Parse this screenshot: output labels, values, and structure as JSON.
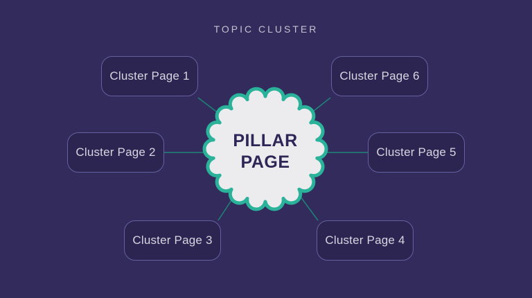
{
  "title": "TOPIC CLUSTER",
  "pillar": {
    "line1": "PILLAR",
    "line2": "PAGE"
  },
  "clusters": [
    "Cluster Page 1",
    "Cluster Page 2",
    "Cluster Page 3",
    "Cluster Page 4",
    "Cluster Page 5",
    "Cluster Page 6"
  ],
  "colors": {
    "background": "#322B5C",
    "node_fill": "#2C2551",
    "node_border": "#6561A0",
    "connector": "#1E8476",
    "pillar_border": "#2BB29B",
    "pillar_fill": "#ECEBEE",
    "pillar_text": "#2D2657",
    "node_text": "#D8D5E1",
    "title_text": "#C6C2D1"
  }
}
